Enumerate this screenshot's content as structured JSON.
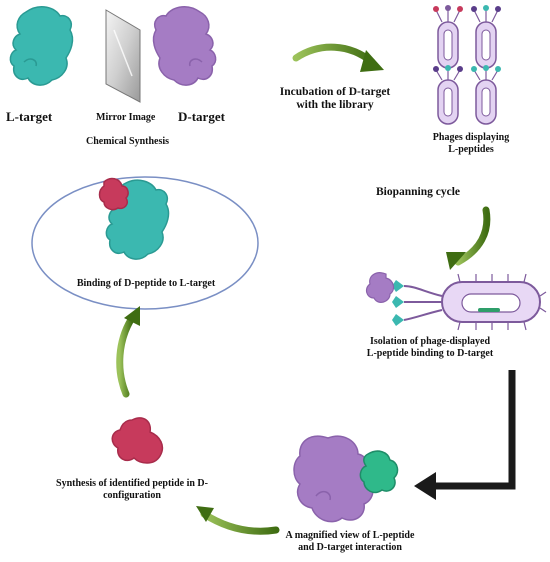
{
  "labels": {
    "l_target": "L-target",
    "mirror_image": "Mirror Image",
    "d_target": "D-target",
    "chemical_synthesis": "Chemical Synthesis",
    "incubation_line1": "Incubation of D-target",
    "incubation_line2": "with the library",
    "phages_line1": "Phages displaying",
    "phages_line2": "L-peptides",
    "biopanning": "Biopanning cycle",
    "binding": "Binding of D-peptide to L-target",
    "isolation_line1": "Isolation of phage-displayed",
    "isolation_line2": "L-peptide binding to D-target",
    "synthesis_line1": "Synthesis of identified peptide in D-",
    "synthesis_line2": "configuration",
    "magnified_line1": "A magnified view of L-peptide",
    "magnified_line2": "and D-target interaction"
  },
  "colors": {
    "teal": "#3bb8b0",
    "teal_dark": "#2a9a93",
    "purple": "#a57cc4",
    "purple_dark": "#8a62ab",
    "crimson": "#c73a5c",
    "crimson_dark": "#a82c4b",
    "green_arrow": "#5b8a1e",
    "black_arrow": "#1a1a1a",
    "ellipse_stroke": "#7a8fc4"
  },
  "icons": [
    "l-target-protein-icon",
    "mirror-icon",
    "d-target-protein-icon",
    "phage-icon",
    "bacterium-icon",
    "d-peptide-icon",
    "curved-arrow-icon",
    "elbow-arrow-icon"
  ]
}
